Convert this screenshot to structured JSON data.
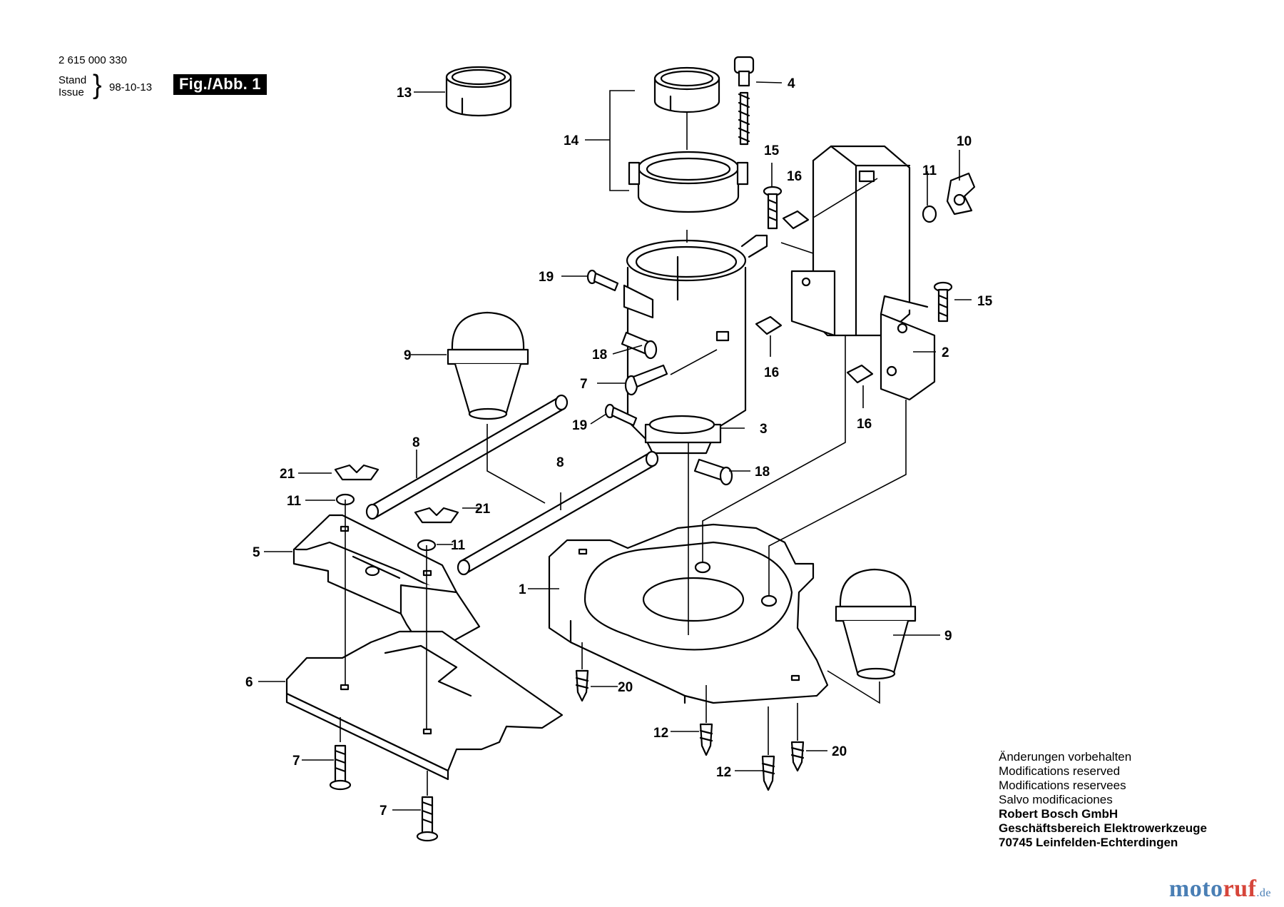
{
  "header": {
    "part_number": "2 615 000 330",
    "stand_label": "Stand",
    "issue_label": "Issue",
    "brace": "}",
    "date": "98-10-13",
    "figure_label": "Fig./Abb. 1"
  },
  "notes": {
    "lines": [
      "Änderungen vorbehalten",
      "Modifications reserved",
      "Modifications reservees",
      "Salvo modificaciones"
    ],
    "company": "Robert Bosch GmbH",
    "division": "Geschäftsbereich Elektrowerkzeuge",
    "address": "70745 Leinfelden-Echterdingen"
  },
  "watermark": {
    "part1": "moto",
    "part2": "ruf",
    "tld": ".de"
  },
  "callouts": [
    {
      "label": "13"
    },
    {
      "label": "4"
    },
    {
      "label": "14"
    },
    {
      "label": "15"
    },
    {
      "label": "16"
    },
    {
      "label": "11"
    },
    {
      "label": "10"
    },
    {
      "label": "19"
    },
    {
      "label": "15"
    },
    {
      "label": "9"
    },
    {
      "label": "18"
    },
    {
      "label": "2"
    },
    {
      "label": "16"
    },
    {
      "label": "7"
    },
    {
      "label": "16"
    },
    {
      "label": "19"
    },
    {
      "label": "3"
    },
    {
      "label": "8"
    },
    {
      "label": "8"
    },
    {
      "label": "18"
    },
    {
      "label": "21"
    },
    {
      "label": "11"
    },
    {
      "label": "21"
    },
    {
      "label": "11"
    },
    {
      "label": "5"
    },
    {
      "label": "1"
    },
    {
      "label": "9"
    },
    {
      "label": "6"
    },
    {
      "label": "20"
    },
    {
      "label": "12"
    },
    {
      "label": "20"
    },
    {
      "label": "7"
    },
    {
      "label": "12"
    },
    {
      "label": "7"
    }
  ]
}
